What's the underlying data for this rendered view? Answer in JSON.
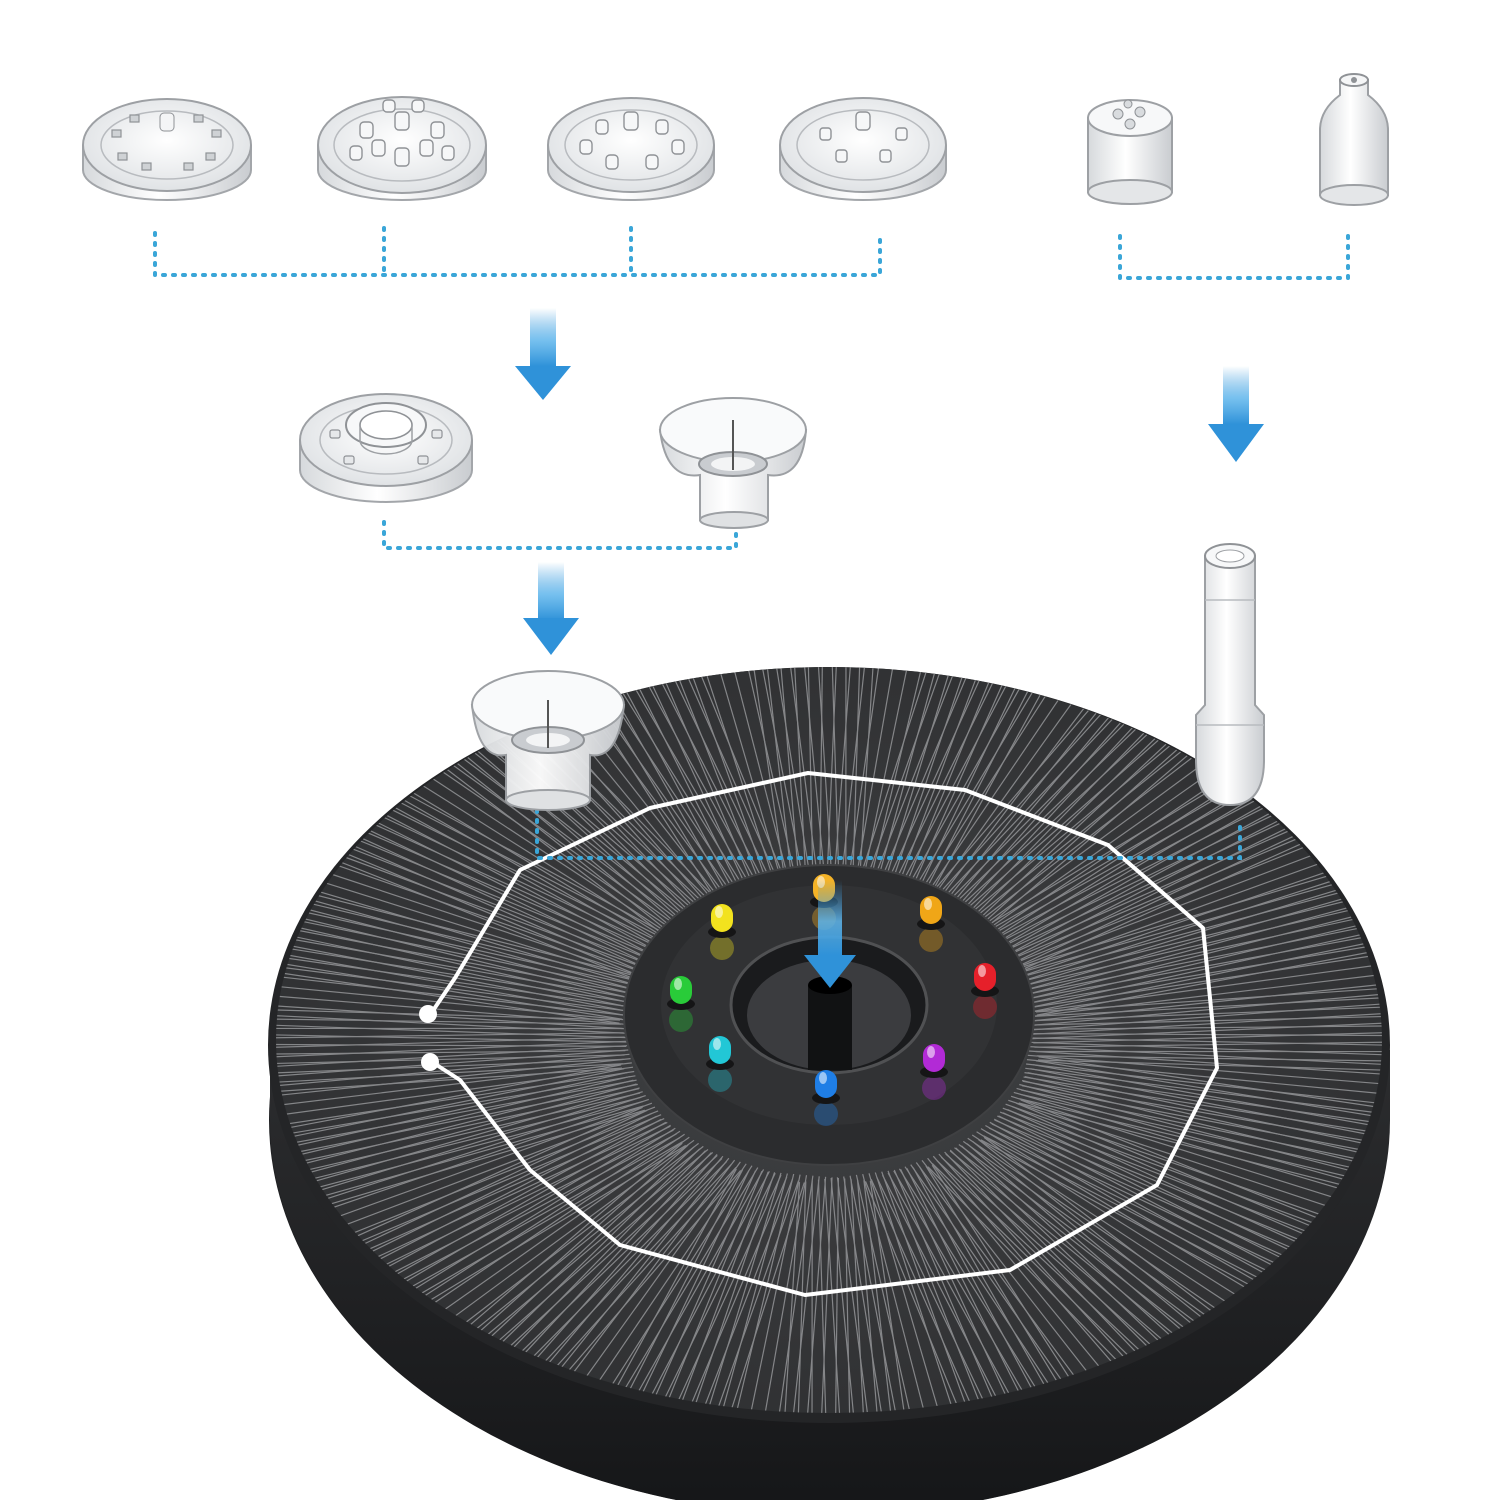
{
  "scene": {
    "subject": "solar-fountain-pump-with-nozzles",
    "background": "#ffffff",
    "colors": {
      "panel": "#38393b",
      "panel_edge": "#1e1f21",
      "cell_lines": "#9a9b9d",
      "border_line": "#ffffff",
      "dots_guide": "#3aa6d8",
      "arrow": "#2f92d9",
      "nozzle_plastic": "#e8eaec",
      "nozzle_outline": "#9da0a4"
    },
    "leds": [
      {
        "name": "led-amber-top",
        "color": "#f5b327"
      },
      {
        "name": "led-amber-right",
        "color": "#f0a617"
      },
      {
        "name": "led-red",
        "color": "#e6202a"
      },
      {
        "name": "led-purple",
        "color": "#b22ad6"
      },
      {
        "name": "led-blue",
        "color": "#1f7ee6"
      },
      {
        "name": "led-cyan",
        "color": "#22c7d6"
      },
      {
        "name": "led-green",
        "color": "#29cc39"
      },
      {
        "name": "led-yellow",
        "color": "#f2e21e"
      }
    ],
    "nozzles": [
      "nozzle-disc-ring",
      "nozzle-disc-multi-jet",
      "nozzle-disc-spray",
      "nozzle-disc-fan",
      "nozzle-cylinder-jet",
      "nozzle-cone-jet",
      "adapter-disc-base",
      "adapter-cup",
      "extension-tube"
    ]
  }
}
